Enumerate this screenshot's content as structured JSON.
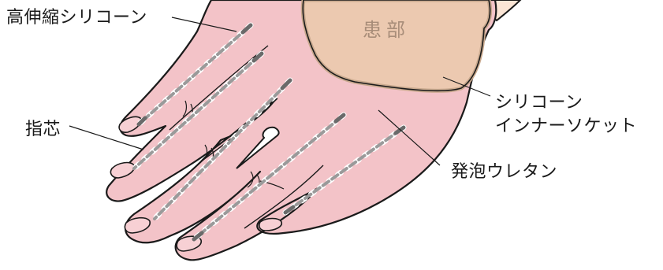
{
  "labels": {
    "stretch_silicone": "高伸縮シリコーン",
    "finger_core": "指芯",
    "silicone_inner_socket_line1": "シリコーン",
    "silicone_inner_socket_line2": "インナーソケット",
    "foam_urethane": "発泡ウレタン",
    "affected_part": "患部"
  },
  "colors": {
    "skin": "#f3c3c8",
    "outline": "#1a1a1a",
    "socket": "#ecc9b0",
    "socket_rim": "#c9a98e",
    "arm": "#fbe5d5",
    "core_white": "#ffffff",
    "core_gray": "#9a9a9a",
    "core_dark": "#6a6a6a"
  }
}
